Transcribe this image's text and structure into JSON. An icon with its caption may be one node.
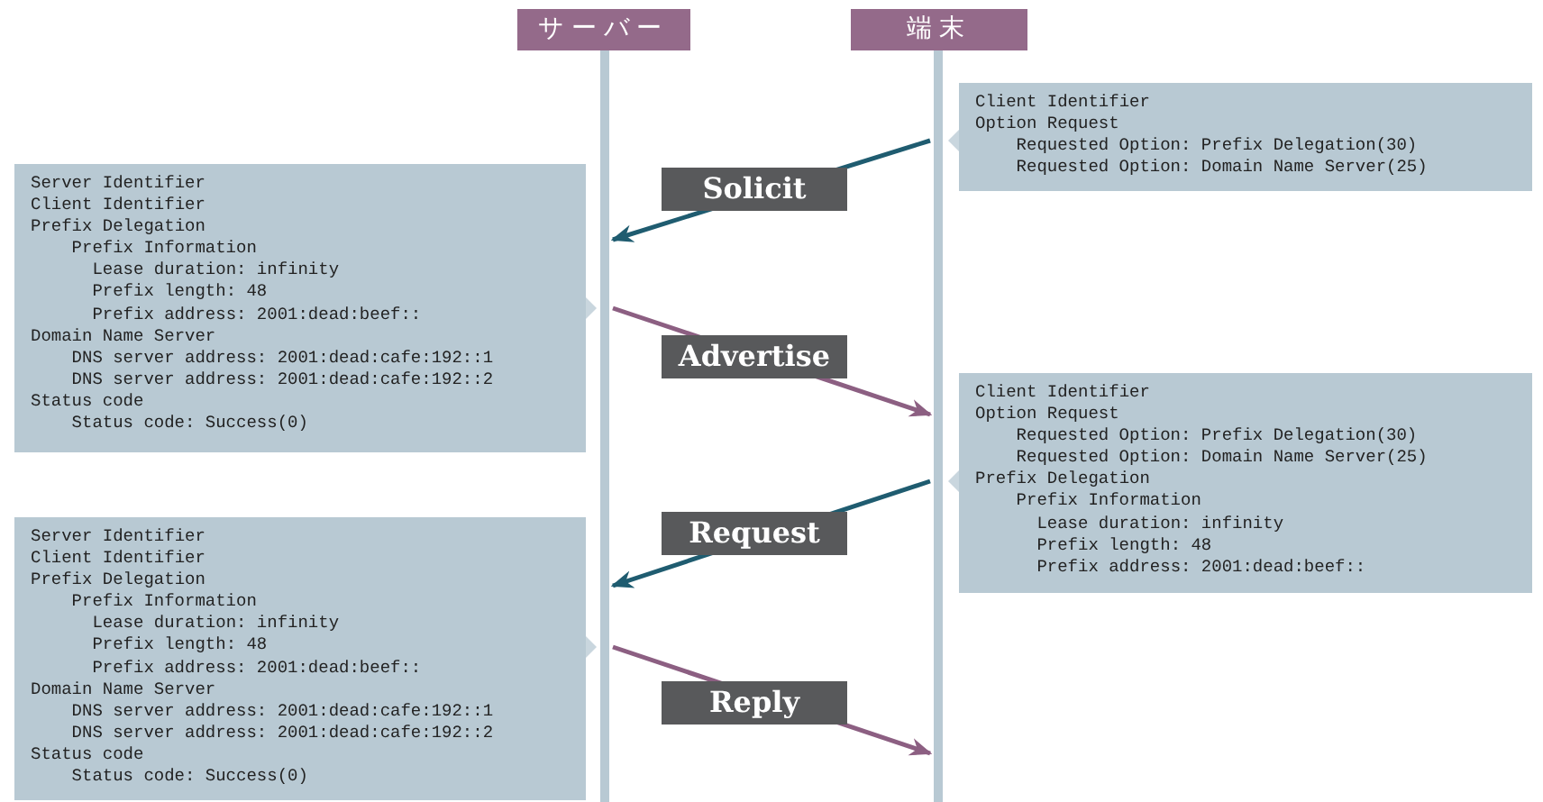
{
  "diagram": {
    "nodes": [
      {
        "text": [
          "サーバー"
        ]
      },
      {
        "text": [
          "端末"
        ]
      },
      {
        "text": [],
        "shape": "bar"
      },
      {
        "text": [],
        "shape": "bar"
      },
      {
        "text": [
          "Client Identifier",
          "Option Request",
          "Requested Option: Prefix Delegation(30)",
          "Requested Option: Domain Name Server(25)"
        ]
      },
      {
        "text": [
          "Server Identifier",
          "Client Identifier",
          "Prefix Delegation",
          "Prefix Information",
          "Lease duration: infinity",
          "Prefix length: 48",
          "Prefix address: 2001:dead:beef::",
          "Domain Name Server",
          "DNS server address: 2001:dead:cafe:192::1",
          "DNS server address: 2001:dead:cafe:192::2",
          "Status code",
          "Status code: Success(0)"
        ]
      },
      {
        "text": [
          "Client Identifier",
          "Option Request",
          "Requested Option: Prefix Delegation(30)",
          "Requested Option: Domain Name Server(25)",
          "Prefix Delegation",
          "Prefix Information",
          "Lease duration: infinity",
          "Prefix length: 48",
          "Prefix address: 2001:dead:beef::"
        ]
      },
      {
        "text": [
          "Server Identifier",
          "Client Identifier",
          "Prefix Delegation",
          "Prefix Information",
          "Lease duration: infinity",
          "Prefix length: 48",
          "Prefix address: 2001:dead:beef::",
          "Domain Name Server",
          "DNS server address: 2001:dead:cafe:192::1",
          "DNS server address: 2001:dead:cafe:192::2",
          "Status code",
          "Status code: Success(0)"
        ]
      }
    ],
    "edges": [
      {
        "from": 3,
        "to": 2,
        "arrow": "to",
        "label": "Solicit",
        "color": "#1f5c70"
      },
      {
        "from": 2,
        "to": 3,
        "arrow": "to",
        "label": "Advertise",
        "color": "#8c5f82"
      },
      {
        "from": 3,
        "to": 2,
        "arrow": "to",
        "label": "Request",
        "color": "#1f5c70"
      },
      {
        "from": 2,
        "to": 3,
        "arrow": "to",
        "label": "Reply",
        "color": "#8c5f82"
      }
    ]
  }
}
